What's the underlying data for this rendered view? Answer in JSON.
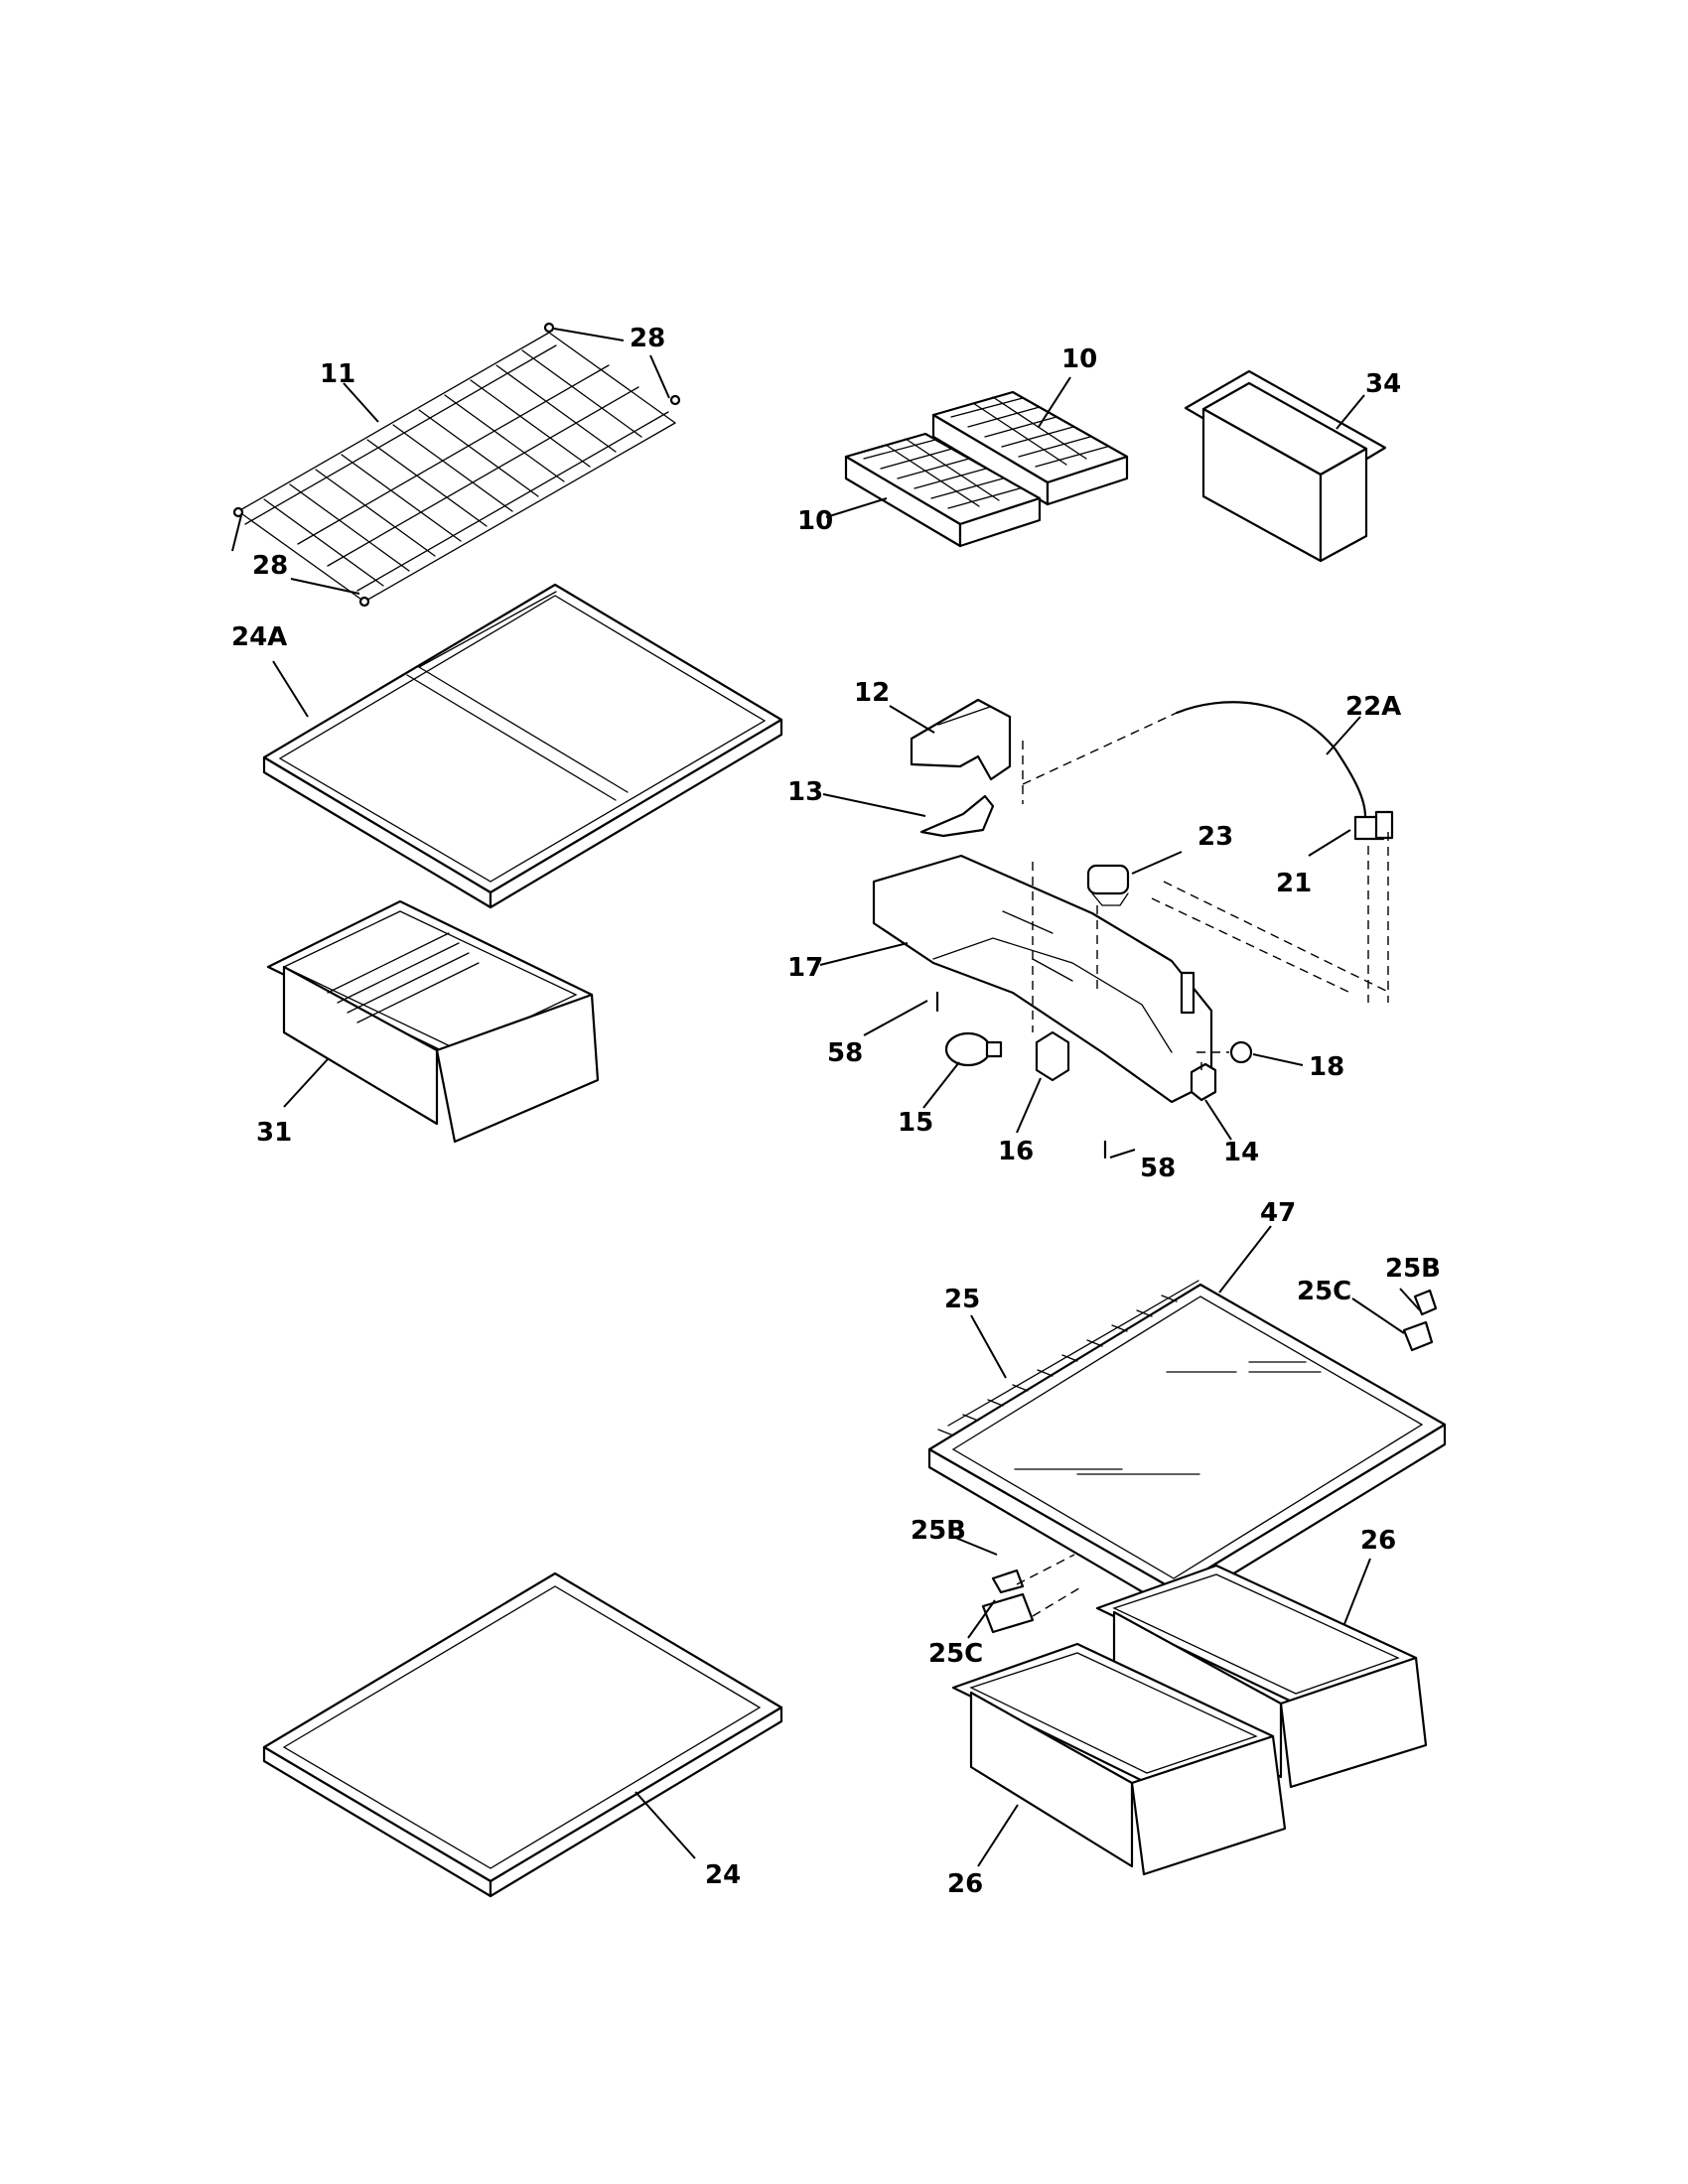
{
  "callouts": {
    "c28a": "28",
    "c11": "11",
    "c28b": "28",
    "c10a": "10",
    "c10b": "10",
    "c34": "34",
    "c24a": "24A",
    "c31": "31",
    "c12": "12",
    "c13": "13",
    "c22a": "22A",
    "c23": "23",
    "c21": "21",
    "c17": "17",
    "c58a": "58",
    "c15": "15",
    "c16": "16",
    "c58b": "58",
    "c18": "18",
    "c14": "14",
    "c47": "47",
    "c25": "25",
    "c25ca": "25C",
    "c25ba": "25B",
    "c25bb": "25B",
    "c25cb": "25C",
    "c26a": "26",
    "c26b": "26",
    "c24": "24"
  },
  "icons": [
    "wire-shelf-icon",
    "ice-tray-icon",
    "storage-bin-icon",
    "glass-shelf-icon",
    "drawer-icon",
    "light-housing-icon",
    "crisper-icon"
  ]
}
